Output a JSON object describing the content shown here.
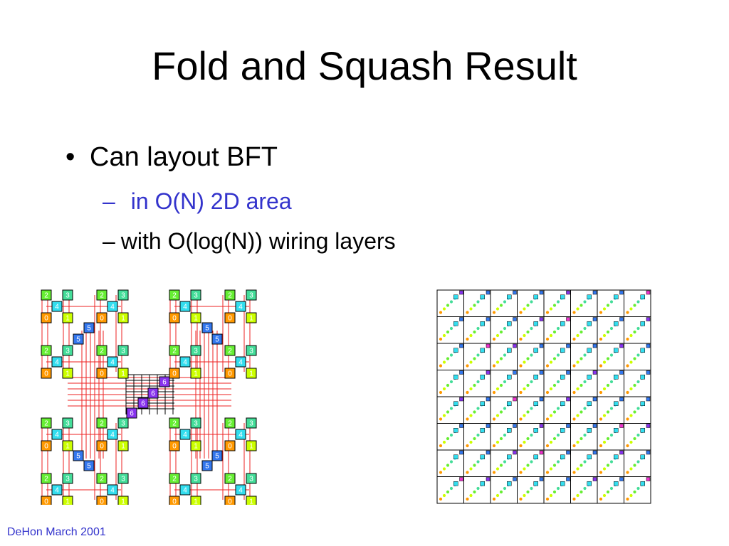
{
  "slide": {
    "title": "Fold and Squash Result",
    "bullets": [
      {
        "marker": "•",
        "text": "Can layout BFT"
      },
      {
        "marker": "–",
        "text": "in O(N) 2D area"
      },
      {
        "marker": "–",
        "text": "with O(log(N)) wiring layers"
      }
    ],
    "footer": "DeHon March 2001"
  },
  "figure_left": {
    "leaf_labels": [
      "0",
      "1",
      "2",
      "3"
    ],
    "level_labels": [
      "4",
      "5",
      "6"
    ],
    "colors": {
      "level0": "#ff9900",
      "level1": "#ccff00",
      "level2": "#66ee33",
      "level3": "#44dd99",
      "level4": "#33ddee",
      "level5": "#3377ee",
      "level6": "#8833ee",
      "wire": "#ee2222"
    }
  },
  "figure_right": {
    "grid": [
      8,
      8
    ],
    "colors": {
      "dot_orange": "#ff9900",
      "dot_yellow": "#ccff00",
      "dot_green": "#66ee33",
      "dot_teal": "#44dd99",
      "dot_cyan": "#33ddee",
      "dot_blue": "#3377ee",
      "dot_purple": "#8833ee",
      "dot_magenta": "#ee33cc"
    }
  }
}
